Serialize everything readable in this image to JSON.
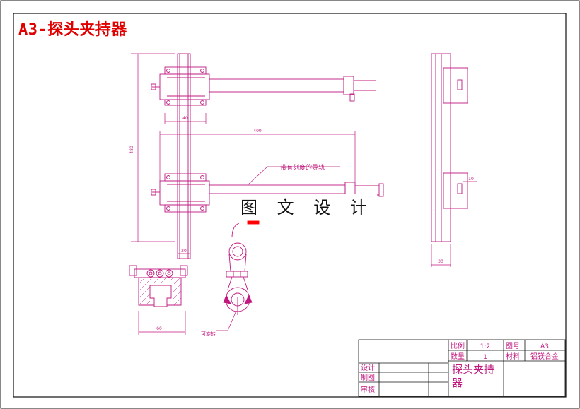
{
  "drawing": {
    "title": "A3-探头夹持器",
    "watermark": "图 文 设 计",
    "dimensions": {
      "height_total": "480",
      "arm_length": "400",
      "block_width": "40",
      "column_width": "20",
      "base_width": "60",
      "side_thickness": "30",
      "slot_width": "10"
    },
    "annotations": {
      "rail": "带有刻度的导轨",
      "rotatable": "可旋转"
    }
  },
  "title_block": {
    "scale_label": "比例",
    "scale_value": "1:2",
    "drawing_no_label": "图号",
    "drawing_no_value": "A3",
    "quantity_label": "数量",
    "quantity_value": "1",
    "material_label": "材料",
    "material_value": "铝镁合金",
    "design_label": "设计",
    "draw_label": "制图",
    "review_label": "审核",
    "part_name": "探头夹持器"
  },
  "colors": {
    "line": "#c0187f",
    "title": "#e00000",
    "accent": "#ff0000"
  }
}
